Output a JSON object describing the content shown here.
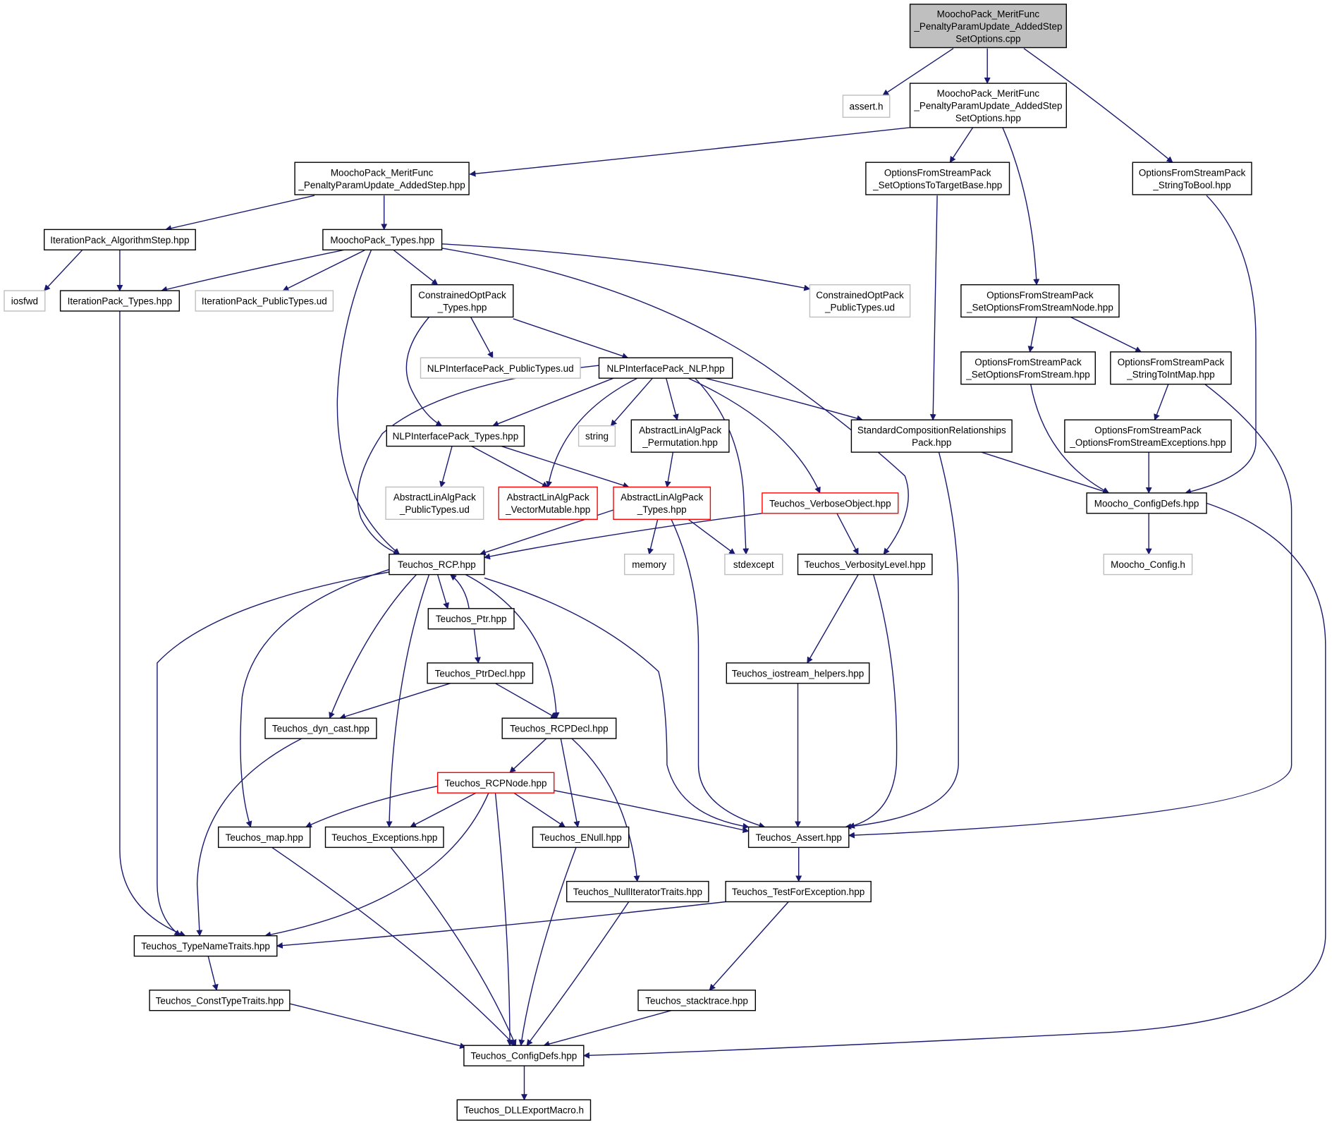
{
  "colors": {
    "edge": "#191970",
    "root_fill": "#bfbfbf",
    "node_border": "#000000",
    "external_border": "#bfbfbf",
    "truncated_border": "#ff0000"
  },
  "nodes": [
    {
      "id": "root",
      "style": "root",
      "lines": [
        "MoochoPack_MeritFunc",
        "_PenaltyParamUpdate_AddedStep",
        "SetOptions.cpp"
      ]
    },
    {
      "id": "assert_h",
      "style": "grey",
      "lines": [
        "assert.h"
      ]
    },
    {
      "id": "added_step_setopt_hpp",
      "style": "solid",
      "lines": [
        "MoochoPack_MeritFunc",
        "_PenaltyParamUpdate_AddedStep",
        "SetOptions.hpp"
      ]
    },
    {
      "id": "strtobool",
      "style": "solid",
      "lines": [
        "OptionsFromStreamPack",
        "_StringToBool.hpp"
      ]
    },
    {
      "id": "added_step_hpp",
      "style": "solid",
      "lines": [
        "MoochoPack_MeritFunc",
        "_PenaltyParamUpdate_AddedStep.hpp"
      ]
    },
    {
      "id": "settarget",
      "style": "solid",
      "lines": [
        "OptionsFromStreamPack",
        "_SetOptionsToTargetBase.hpp"
      ]
    },
    {
      "id": "iter_algstep",
      "style": "solid",
      "lines": [
        "IterationPack_AlgorithmStep.hpp"
      ]
    },
    {
      "id": "moocho_types",
      "style": "solid",
      "lines": [
        "MoochoPack_Types.hpp"
      ]
    },
    {
      "id": "iosfwd",
      "style": "grey",
      "lines": [
        "iosfwd"
      ]
    },
    {
      "id": "iter_types",
      "style": "solid",
      "lines": [
        "IterationPack_Types.hpp"
      ]
    },
    {
      "id": "iter_pub",
      "style": "grey",
      "lines": [
        "IterationPack_PublicTypes.ud"
      ]
    },
    {
      "id": "copt_types",
      "style": "solid",
      "lines": [
        "ConstrainedOptPack",
        "_Types.hpp"
      ]
    },
    {
      "id": "copt_pub",
      "style": "grey",
      "lines": [
        "ConstrainedOptPack",
        "_PublicTypes.ud"
      ]
    },
    {
      "id": "setfromnode",
      "style": "solid",
      "lines": [
        "OptionsFromStreamPack",
        "_SetOptionsFromStreamNode.hpp"
      ]
    },
    {
      "id": "nlp_pub",
      "style": "grey",
      "lines": [
        "NLPInterfacePack_PublicTypes.ud"
      ]
    },
    {
      "id": "nlp",
      "style": "solid",
      "lines": [
        "NLPInterfacePack_NLP.hpp"
      ]
    },
    {
      "id": "setfromstream",
      "style": "solid",
      "lines": [
        "OptionsFromStreamPack",
        "_SetOptionsFromStream.hpp"
      ]
    },
    {
      "id": "strtoint",
      "style": "solid",
      "lines": [
        "OptionsFromStreamPack",
        "_StringToIntMap.hpp"
      ]
    },
    {
      "id": "nlp_types",
      "style": "solid",
      "lines": [
        "NLPInterfacePack_Types.hpp"
      ]
    },
    {
      "id": "string",
      "style": "grey",
      "lines": [
        "string"
      ]
    },
    {
      "id": "permutation",
      "style": "solid",
      "lines": [
        "AbstractLinAlgPack",
        "_Permutation.hpp"
      ]
    },
    {
      "id": "stdcomp",
      "style": "solid",
      "lines": [
        "StandardCompositionRelationships",
        "Pack.hpp"
      ]
    },
    {
      "id": "fromexc",
      "style": "solid",
      "lines": [
        "OptionsFromStreamPack",
        "_OptionsFromStreamExceptions.hpp"
      ]
    },
    {
      "id": "alap_pub",
      "style": "grey",
      "lines": [
        "AbstractLinAlgPack",
        "_PublicTypes.ud"
      ]
    },
    {
      "id": "vecmut",
      "style": "red",
      "lines": [
        "AbstractLinAlgPack",
        "_VectorMutable.hpp"
      ]
    },
    {
      "id": "alap_types",
      "style": "red",
      "lines": [
        "AbstractLinAlgPack",
        "_Types.hpp"
      ]
    },
    {
      "id": "verbose_obj",
      "style": "red",
      "lines": [
        "Teuchos_VerboseObject.hpp"
      ]
    },
    {
      "id": "moocho_cfg",
      "style": "solid",
      "lines": [
        "Moocho_ConfigDefs.hpp"
      ]
    },
    {
      "id": "rcp",
      "style": "solid",
      "lines": [
        "Teuchos_RCP.hpp"
      ]
    },
    {
      "id": "memory",
      "style": "grey",
      "lines": [
        "memory"
      ]
    },
    {
      "id": "stdexcept",
      "style": "grey",
      "lines": [
        "stdexcept"
      ]
    },
    {
      "id": "verb_level",
      "style": "solid",
      "lines": [
        "Teuchos_VerbosityLevel.hpp"
      ]
    },
    {
      "id": "moocho_config_h",
      "style": "grey",
      "lines": [
        "Moocho_Config.h"
      ]
    },
    {
      "id": "ptr",
      "style": "solid",
      "lines": [
        "Teuchos_Ptr.hpp"
      ]
    },
    {
      "id": "ptrdecl",
      "style": "solid",
      "lines": [
        "Teuchos_PtrDecl.hpp"
      ]
    },
    {
      "id": "iostream_helpers",
      "style": "solid",
      "lines": [
        "Teuchos_iostream_helpers.hpp"
      ]
    },
    {
      "id": "dyncast",
      "style": "solid",
      "lines": [
        "Teuchos_dyn_cast.hpp"
      ]
    },
    {
      "id": "rcpdecl",
      "style": "solid",
      "lines": [
        "Teuchos_RCPDecl.hpp"
      ]
    },
    {
      "id": "rcpnode",
      "style": "red",
      "lines": [
        "Teuchos_RCPNode.hpp"
      ]
    },
    {
      "id": "map",
      "style": "solid",
      "lines": [
        "Teuchos_map.hpp"
      ]
    },
    {
      "id": "exceptions",
      "style": "solid",
      "lines": [
        "Teuchos_Exceptions.hpp"
      ]
    },
    {
      "id": "enull",
      "style": "solid",
      "lines": [
        "Teuchos_ENull.hpp"
      ]
    },
    {
      "id": "assert",
      "style": "solid",
      "lines": [
        "Teuchos_Assert.hpp"
      ]
    },
    {
      "id": "nulliter",
      "style": "solid",
      "lines": [
        "Teuchos_NullIteratorTraits.hpp"
      ]
    },
    {
      "id": "testforexc",
      "style": "solid",
      "lines": [
        "Teuchos_TestForException.hpp"
      ]
    },
    {
      "id": "typename",
      "style": "solid",
      "lines": [
        "Teuchos_TypeNameTraits.hpp"
      ]
    },
    {
      "id": "consttype",
      "style": "solid",
      "lines": [
        "Teuchos_ConstTypeTraits.hpp"
      ]
    },
    {
      "id": "stacktrace",
      "style": "solid",
      "lines": [
        "Teuchos_stacktrace.hpp"
      ]
    },
    {
      "id": "teuchos_cfg",
      "style": "solid",
      "lines": [
        "Teuchos_ConfigDefs.hpp"
      ]
    },
    {
      "id": "dllexport",
      "style": "solid",
      "lines": [
        "Teuchos_DLLExportMacro.h"
      ]
    }
  ],
  "edges": [
    {
      "from": "root",
      "to": "assert_h"
    },
    {
      "from": "root",
      "to": "added_step_setopt_hpp"
    },
    {
      "from": "root",
      "to": "strtobool"
    },
    {
      "from": "added_step_setopt_hpp",
      "to": "added_step_hpp"
    },
    {
      "from": "added_step_setopt_hpp",
      "to": "settarget"
    },
    {
      "from": "added_step_setopt_hpp",
      "to": "setfromnode"
    },
    {
      "from": "strtobool",
      "to": "moocho_cfg"
    },
    {
      "from": "added_step_hpp",
      "to": "iter_algstep"
    },
    {
      "from": "added_step_hpp",
      "to": "moocho_types"
    },
    {
      "from": "settarget",
      "to": "stdcomp"
    },
    {
      "from": "iter_algstep",
      "to": "iosfwd"
    },
    {
      "from": "iter_algstep",
      "to": "iter_types"
    },
    {
      "from": "moocho_types",
      "to": "iter_types"
    },
    {
      "from": "moocho_types",
      "to": "iter_pub"
    },
    {
      "from": "moocho_types",
      "to": "copt_types"
    },
    {
      "from": "moocho_types",
      "to": "copt_pub"
    },
    {
      "from": "moocho_types",
      "to": "rcp"
    },
    {
      "from": "moocho_types",
      "to": "verb_level"
    },
    {
      "from": "iter_types",
      "to": "typename"
    },
    {
      "from": "copt_types",
      "to": "nlp_pub"
    },
    {
      "from": "copt_types",
      "to": "nlp"
    },
    {
      "from": "copt_types",
      "to": "nlp_types"
    },
    {
      "from": "setfromnode",
      "to": "setfromstream"
    },
    {
      "from": "setfromnode",
      "to": "strtoint"
    },
    {
      "from": "nlp",
      "to": "nlp_types"
    },
    {
      "from": "nlp",
      "to": "vecmut"
    },
    {
      "from": "nlp",
      "to": "string"
    },
    {
      "from": "nlp",
      "to": "permutation"
    },
    {
      "from": "nlp",
      "to": "stdcomp"
    },
    {
      "from": "nlp",
      "to": "verbose_obj"
    },
    {
      "from": "nlp",
      "to": "stdexcept"
    },
    {
      "from": "nlp",
      "to": "rcp"
    },
    {
      "from": "setfromstream",
      "to": "moocho_cfg"
    },
    {
      "from": "strtoint",
      "to": "fromexc"
    },
    {
      "from": "strtoint",
      "to": "assert"
    },
    {
      "from": "nlp_types",
      "to": "alap_pub"
    },
    {
      "from": "nlp_types",
      "to": "vecmut"
    },
    {
      "from": "nlp_types",
      "to": "alap_types"
    },
    {
      "from": "permutation",
      "to": "alap_types"
    },
    {
      "from": "stdcomp",
      "to": "moocho_cfg"
    },
    {
      "from": "stdcomp",
      "to": "assert"
    },
    {
      "from": "fromexc",
      "to": "moocho_cfg"
    },
    {
      "from": "alap_types",
      "to": "rcp"
    },
    {
      "from": "alap_types",
      "to": "memory"
    },
    {
      "from": "alap_types",
      "to": "stdexcept"
    },
    {
      "from": "alap_types",
      "to": "assert"
    },
    {
      "from": "verbose_obj",
      "to": "rcp"
    },
    {
      "from": "verbose_obj",
      "to": "verb_level"
    },
    {
      "from": "moocho_cfg",
      "to": "moocho_config_h"
    },
    {
      "from": "moocho_cfg",
      "to": "teuchos_cfg"
    },
    {
      "from": "rcp",
      "to": "ptr"
    },
    {
      "from": "ptr",
      "to": "rcp"
    },
    {
      "from": "rcp",
      "to": "dyncast"
    },
    {
      "from": "rcp",
      "to": "rcpdecl"
    },
    {
      "from": "rcp",
      "to": "map"
    },
    {
      "from": "rcp",
      "to": "exceptions"
    },
    {
      "from": "rcp",
      "to": "typename"
    },
    {
      "from": "rcp",
      "to": "assert"
    },
    {
      "from": "verb_level",
      "to": "iostream_helpers"
    },
    {
      "from": "verb_level",
      "to": "assert"
    },
    {
      "from": "ptr",
      "to": "ptrdecl"
    },
    {
      "from": "ptrdecl",
      "to": "dyncast"
    },
    {
      "from": "ptrdecl",
      "to": "rcpdecl"
    },
    {
      "from": "iostream_helpers",
      "to": "assert"
    },
    {
      "from": "dyncast",
      "to": "typename"
    },
    {
      "from": "rcpdecl",
      "to": "rcpnode"
    },
    {
      "from": "rcpdecl",
      "to": "enull"
    },
    {
      "from": "rcpdecl",
      "to": "nulliter"
    },
    {
      "from": "rcpnode",
      "to": "map"
    },
    {
      "from": "rcpnode",
      "to": "exceptions"
    },
    {
      "from": "rcpnode",
      "to": "enull"
    },
    {
      "from": "rcpnode",
      "to": "assert"
    },
    {
      "from": "rcpnode",
      "to": "typename"
    },
    {
      "from": "rcpnode",
      "to": "teuchos_cfg"
    },
    {
      "from": "map",
      "to": "teuchos_cfg"
    },
    {
      "from": "exceptions",
      "to": "teuchos_cfg"
    },
    {
      "from": "enull",
      "to": "teuchos_cfg"
    },
    {
      "from": "assert",
      "to": "testforexc"
    },
    {
      "from": "nulliter",
      "to": "teuchos_cfg"
    },
    {
      "from": "testforexc",
      "to": "typename"
    },
    {
      "from": "testforexc",
      "to": "stacktrace"
    },
    {
      "from": "typename",
      "to": "consttype"
    },
    {
      "from": "consttype",
      "to": "teuchos_cfg"
    },
    {
      "from": "stacktrace",
      "to": "teuchos_cfg"
    },
    {
      "from": "teuchos_cfg",
      "to": "dllexport"
    }
  ]
}
